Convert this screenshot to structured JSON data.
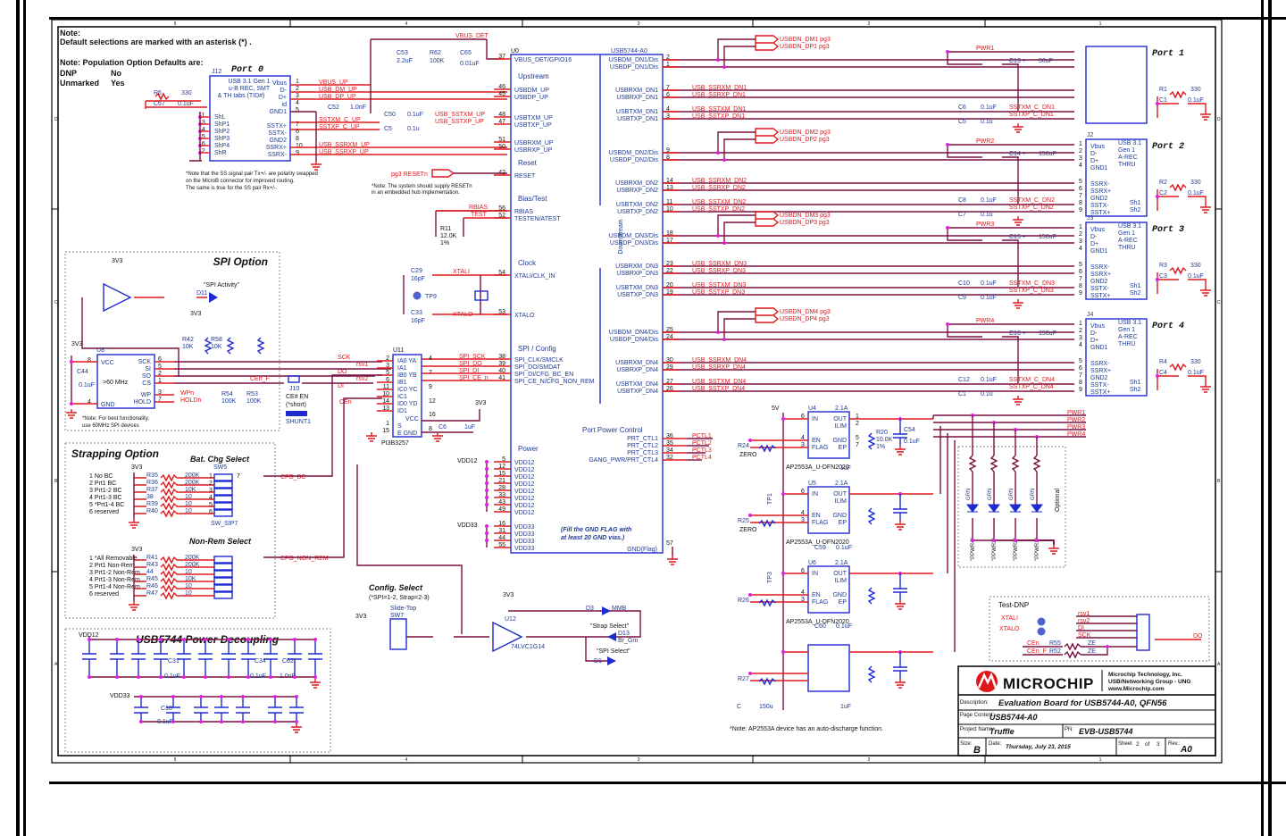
{
  "zones": [
    "5",
    "4",
    "3",
    "2",
    "1"
  ],
  "rows": [
    "D",
    "C",
    "B",
    "A"
  ],
  "notes": {
    "title": "Note:",
    "line1": "Default selections are marked with an asterisk (*) .",
    "pop_title": "Note: Population Option Defaults are:",
    "dnp_label": "DNP",
    "dnp_value": "No",
    "unmarked_label": "Unmarked",
    "unmarked_value": "Yes"
  },
  "port0": {
    "title": "Port 0",
    "ref": "J12",
    "desc": [
      "USB 3.1 Gen 1",
      "u-B REC, SMT",
      "& TH tabs (TID#)"
    ],
    "pins_right": [
      "Vbus",
      "D-",
      "D+",
      "id",
      "GND1",
      "SSTX+",
      "SSTX-",
      "GND2",
      "SSRX+",
      "SSRX-"
    ],
    "pin_nums_right": [
      "1",
      "2",
      "3",
      "4",
      "5",
      "7",
      "6",
      "8",
      "10",
      "9"
    ],
    "pins_left": [
      "ShL",
      "ShP1",
      "ShP2",
      "ShP3",
      "ShP4",
      "ShR"
    ],
    "pin_nums_left": [
      "11",
      "13",
      "14",
      "15",
      "16",
      "12"
    ],
    "nets": [
      "VBUS_UP",
      "USB_DM_UP",
      "USB_DP_UP",
      "SSTXM_C_UP",
      "SSTXP_C_UP",
      "USB_SSRXM_UP",
      "USB_SSRXP_UP"
    ],
    "r6": "R6",
    "r6_val": "330",
    "c67": "C67",
    "c67_val": "0.1uF",
    "c52": "C52",
    "c52_val": "1.0nF",
    "note": [
      "*Note that the SS signal pair Tx+/- are polarity swapped",
      "on the MicroB connector for improved routing.",
      "The same is true for the SS pair Rx+/-."
    ]
  },
  "vbus": {
    "net": "VBUS_DET",
    "c53": "C53",
    "c53_val": "2.2uF",
    "r62": "R62",
    "r62_val": "100K",
    "c65": "C65",
    "c65_val": "0.01uF"
  },
  "hub": {
    "ref": "U0",
    "part": "USB5744-A0",
    "left_sections": [
      {
        "title": "",
        "pins": [
          {
            "num": "37",
            "name": "VBUS_DET/GPIO16"
          }
        ]
      },
      {
        "title": "Upstream",
        "pins": [
          {
            "num": "46",
            "name": "USBDM_UP"
          },
          {
            "num": "45",
            "name": "USBDP_UP"
          },
          {
            "num": "48",
            "name": "USBTXM_UP"
          },
          {
            "num": "47",
            "name": "USBTXP_UP"
          },
          {
            "num": "51",
            "name": "USBRXM_UP"
          },
          {
            "num": "50",
            "name": "USBRXP_UP"
          }
        ]
      },
      {
        "title": "Reset",
        "pins": [
          {
            "num": "42",
            "name": "RESET"
          }
        ]
      },
      {
        "title": "Bias/Test",
        "pins": [
          {
            "num": "56",
            "name": "RBIAS"
          },
          {
            "num": "52",
            "name": "TESTEN/ATEST"
          }
        ]
      },
      {
        "title": "Clock",
        "pins": [
          {
            "num": "54",
            "name": "XTALI/CLK_IN"
          },
          {
            "num": "53",
            "name": "XTALO"
          }
        ]
      },
      {
        "title": "SPI / Config",
        "pins": [
          {
            "num": "38",
            "name": "SPI_CLK/SMCLK"
          },
          {
            "num": "39",
            "name": "SPI_DO/SMDAT"
          },
          {
            "num": "40",
            "name": "SPI_DI/CFG_BC_EN"
          },
          {
            "num": "41",
            "name": "SPI_CE_N/CFG_NON_REM"
          }
        ]
      },
      {
        "title": "Power",
        "pins": [
          {
            "num": "5",
            "name": "VDD12"
          },
          {
            "num": "12",
            "name": "VDD12"
          },
          {
            "num": "15",
            "name": "VDD12"
          },
          {
            "num": "21",
            "name": "VDD12"
          },
          {
            "num": "28",
            "name": "VDD12"
          },
          {
            "num": "33",
            "name": "VDD12"
          },
          {
            "num": "43",
            "name": "VDD12"
          },
          {
            "num": "49",
            "name": "VDD12"
          },
          {
            "num": "16",
            "name": "VDD33"
          },
          {
            "num": "31",
            "name": "VDD33"
          },
          {
            "num": "44",
            "name": "VDD33"
          },
          {
            "num": "55",
            "name": "VDD33"
          }
        ]
      }
    ],
    "downstream_label": "Downstream",
    "port_power_title": "Port Power Control",
    "ppc_pins": [
      {
        "num": "36",
        "name": "PRT_CTL1"
      },
      {
        "num": "35",
        "name": "PRT_CTL2"
      },
      {
        "num": "34",
        "name": "PRT_CTL3"
      },
      {
        "num": "32",
        "name": "GANG_PWR/PRT_CTL4"
      }
    ],
    "gnd_pin": {
      "num": "57",
      "name": "GND(Flag)"
    },
    "gnd_note": [
      "(Fill the GND FLAG with",
      "at least 20 GND vias.)"
    ],
    "upstream_nets": [
      "USB_SSTXM_UP",
      "USB_SSTXP_UP"
    ],
    "c50": "C50",
    "c50_val": "0.1uF",
    "c5": "C5",
    "c5_val": "0.1u",
    "reset_net": "pg3 RESETn",
    "reset_note": [
      "*Note: The system should supply RESETn",
      "in an embedded hub implementation."
    ],
    "rbias_net": "RBIAS",
    "test_net": "TEST",
    "r11": "R11",
    "r11_val": "12.0K",
    "r11_tol": "1%",
    "xtali": "XTALI",
    "xtalo": "XTALO",
    "c29": "C29",
    "c29_val": "16pF",
    "c33": "C33",
    "c33_val": "16pF",
    "tp9": "TP9",
    "spi_nets": [
      "SPI_SCK",
      "SPI_DO",
      "SPI_DI",
      "SPI_CE_n"
    ],
    "vdd12": "VDD12",
    "vdd33": "VDD33"
  },
  "ports": [
    {
      "title": "Port 1",
      "ref": "",
      "dm_pin": "2",
      "dp_pin": "1",
      "dm": "USBDM_DN1/Dis",
      "dp": "USBDP_DN1/Dis",
      "rxm_pin": "7",
      "rxp_pin": "6",
      "rxm": "USBRXM_DN1",
      "rxp": "USBRXP_DN1",
      "txm_pin": "4",
      "txp_pin": "3",
      "txm": "USBTXM_DN1",
      "txp": "USBTXP_DN1",
      "bus_dm": "USBDN_DM1 pg3",
      "bus_dp": "USBDN_DP1 pg3",
      "pwr": "PWR1",
      "cap": "C13",
      "cap_val": "50uF",
      "ssrxm": "USB_SSRXM_DN1",
      "ssrxp": "USB_SSRXP_DN1",
      "sstxm": "USB_SSTXM_DN1",
      "sstxp": "USB_SSTXP_DN1",
      "ca": "C6",
      "ca_val": "0.1uF",
      "cb": "C5",
      "cb_val": "0.1u",
      "ctxm": "SSTXM_C_DN1",
      "ctxp": "SSTXP_C_DN1",
      "r": "R1",
      "r_val": "330",
      "c": "C1",
      "c_val": "0.1uF"
    },
    {
      "title": "Port 2",
      "ref": "J2",
      "dm_pin": "9",
      "dp_pin": "8",
      "dm": "USBDM_DN2/Dis",
      "dp": "USBDP_DN2/Dis",
      "rxm_pin": "14",
      "rxp_pin": "13",
      "rxm": "USBRXM_DN2",
      "rxp": "USBRXP_DN2",
      "txm_pin": "11",
      "txp_pin": "10",
      "txm": "USBTXM_DN2",
      "txp": "USBTXP_DN2",
      "bus_dm": "USBDN_DM2 pg3",
      "bus_dp": "USBDN_DP2 pg3",
      "pwr": "PWR2",
      "cap": "C14",
      "cap_val": "150uF",
      "ssrxm": "USB_SSRXM_DN2",
      "ssrxp": "USB_SSRXP_DN2",
      "sstxm": "USB_SSTXM_DN2",
      "sstxp": "USB_SSTXP_DN2",
      "ca": "C8",
      "ca_val": "0.1uF",
      "cb": "C7",
      "cb_val": "0.1u",
      "ctxm": "SSTXM_C_DN2",
      "ctxp": "SSTXP_C_DN2",
      "r": "R2",
      "r_val": "330",
      "c": "C2",
      "c_val": "0.1uF"
    },
    {
      "title": "Port 3",
      "ref": "J3",
      "dm_pin": "18",
      "dp_pin": "17",
      "dm": "USBDM_DN3/Dis",
      "dp": "USBDP_DN3/Dis",
      "rxm_pin": "23",
      "rxp_pin": "22",
      "rxm": "USBRXM_DN3",
      "rxp": "USBRXP_DN3",
      "txm_pin": "20",
      "txp_pin": "19",
      "txm": "USBTXM_DN3",
      "txp": "USBTXP_DN3",
      "bus_dm": "USBDN_DM3 pg3",
      "bus_dp": "USBDN_DP3 pg3",
      "pwr": "PWR3",
      "cap": "C15",
      "cap_val": "150uF",
      "ssrxm": "USB_SSRXM_DN3",
      "ssrxp": "USB_SSRXP_DN3",
      "sstxm": "USB_SSTXM_DN3",
      "sstxp": "USB_SSTXP_DN3",
      "ca": "C10",
      "ca_val": "0.1uF",
      "cb": "C9",
      "cb_val": "0.1uF",
      "ctxm": "SSTXM_C_DN3",
      "ctxp": "SSTXP_C_DN3",
      "r": "R3",
      "r_val": "330",
      "c": "C3",
      "c_val": "0.1uF"
    },
    {
      "title": "Port 4",
      "ref": "J4",
      "dm_pin": "25",
      "dp_pin": "24",
      "dm": "USBDM_DN4/Dis",
      "dp": "USBDP_DN4/Dis",
      "rxm_pin": "30",
      "rxp_pin": "29",
      "rxm": "USBRXM_DN4",
      "rxp": "USBRXP_DN4",
      "txm_pin": "27",
      "txp_pin": "26",
      "txm": "USBTXM_DN4",
      "txp": "USBTXP_DN4",
      "bus_dm": "USBDN_DM4 pg3",
      "bus_dp": "USBDN_DP4 pg3",
      "pwr": "PWR4",
      "cap": "C16",
      "cap_val": "150uF",
      "ssrxm": "USB_SSRXM_DN4",
      "ssrxp": "USB_SSRXP_DN4",
      "sstxm": "USB_SSTXM_DN4",
      "sstxp": "USB_SSTXP_DN4",
      "ca": "C12",
      "ca_val": "0.1uF",
      "cb": "C1",
      "cb_val": "0.1u",
      "ctxm": "SSTXM_C_DN4",
      "ctxp": "SSTXP_C_DN4",
      "r": "R4",
      "r_val": "330",
      "c": "C4",
      "c_val": "0.1uF"
    }
  ],
  "conn_desc": [
    "USB 3.1",
    "Gen 1",
    "A-REC",
    "THRU"
  ],
  "conn_pins": [
    "Vbus",
    "D-",
    "D+",
    "GND1",
    "SSRX-",
    "SSRX+",
    "GND2",
    "SSTX-",
    "SSTX+"
  ],
  "conn_pin_nums": [
    "1",
    "2",
    "3",
    "4",
    "5",
    "6",
    "7",
    "8",
    "9"
  ],
  "conn_shield": [
    "Sh1",
    "Sh2"
  ],
  "spi": {
    "title": "SPI Option",
    "v3": "3V3",
    "d11": "D11",
    "d11_label": "\"SPI Activity\"",
    "u8": "U8",
    "u8_center": ">60 MHz",
    "u8_left": [
      {
        "num": "8",
        "name": "VCC"
      },
      {
        "num": "4",
        "name": "GND"
      }
    ],
    "u8_right": [
      {
        "num": "6",
        "name": "SCK"
      },
      {
        "num": "5",
        "name": "SI"
      },
      {
        "num": "2",
        "name": "SO"
      },
      {
        "num": "1",
        "name": "CS"
      },
      {
        "num": "3",
        "name": "WP"
      },
      {
        "num": "7",
        "name": "HOLD"
      }
    ],
    "c44": "C44",
    "c44_val": "0.1uF",
    "r42": "R42",
    "r42_val": "10K",
    "r58": "R58",
    "r58_val": "10K",
    "r54": "R54",
    "r54_val": "100K",
    "r53": "R53",
    "r53_val": "100K",
    "wpn": "WPn",
    "holdn": "HOLDn",
    "cen_f": "CEn_F",
    "j10": "J10",
    "j10_label": "CE# EN",
    "j10_default": "(*short)",
    "shunt": "SHUNT1",
    "note": [
      "*Note: For best functionality,",
      "use 60MHz SPI devices"
    ],
    "nets": [
      "SCK",
      "rsv1",
      "DO",
      "rsv2",
      "DI",
      "CEn"
    ]
  },
  "mux": {
    "ref": "U11",
    "part": "PI3B3257",
    "pins": [
      {
        "l": "2",
        "name": "IA0",
        "out": "YA",
        "r": "4"
      },
      {
        "l": "3",
        "name": "IA1"
      },
      {
        "l": "5",
        "name": "IB0",
        "out": "YB",
        "r": "7"
      },
      {
        "l": "6",
        "name": "IB1"
      },
      {
        "l": "11",
        "name": "IC0",
        "out": "YC",
        "r": "9"
      },
      {
        "l": "10",
        "name": "IC1"
      },
      {
        "l": "14",
        "name": "ID0",
        "out": "YD",
        "r": "12"
      },
      {
        "l": "13",
        "name": "ID1"
      }
    ],
    "vcc_pin": "16",
    "vcc": "VCC",
    "s_pin": "1",
    "s": "S",
    "e_pin": "15",
    "e": "E",
    "gnd": "GND",
    "gnd_pin": "8",
    "v3": "3V3",
    "c6": "C6",
    "c6_val": "1uF"
  },
  "strap": {
    "title": "Strapping Option",
    "bc_title": "Bat. Chg Select",
    "bc_options": [
      "1  No BC",
      "2  Prt1 BC",
      "3  Prt1-2 BC",
      "4  Prt1-3 BC",
      "5  *Prt1-4 BC",
      "6  reserved"
    ],
    "bc_res": [
      {
        "ref": "R35",
        "val": "200K"
      },
      {
        "ref": "R36",
        "val": "200K"
      },
      {
        "ref": "R37",
        "val": "10K"
      },
      {
        "ref": "38",
        "val": "10"
      },
      {
        "ref": "R39",
        "val": "10"
      },
      {
        "ref": "R40",
        "val": "10"
      }
    ],
    "sw5": "SW5",
    "sw5_part": "SW_SIP7",
    "sw5_pins": [
      "1",
      "2",
      "3",
      "4",
      "5",
      "6"
    ],
    "sw5_out": "7",
    "cfg_bc": "CFG_BC",
    "nr_title": "Non-Rem Select",
    "nr_options": [
      "1  *All Removable",
      "2  Prt1 Non-Rem",
      "3  Prt1-2 Non-Rem",
      "4  Prt1-3 Non-Rem",
      "5  Prt1-4 Non-Rem",
      "6  reserved"
    ],
    "nr_res": [
      {
        "ref": "R41",
        "val": "200K"
      },
      {
        "ref": "R43",
        "val": "200K"
      },
      {
        "ref": "44",
        "val": "10"
      },
      {
        "ref": "R45",
        "val": "10K"
      },
      {
        "ref": "R46",
        "val": "10"
      },
      {
        "ref": "R47",
        "val": "10"
      }
    ],
    "cfg_nr": "CFG_NON_REM",
    "v3": "3V3"
  },
  "decoupling": {
    "title": "USB5744 Power Decoupling",
    "vdd12": "VDD12",
    "vdd33": "VDD33",
    "c31": "C31",
    "c31_val": "0.1uF",
    "c34": "C34",
    "c34_val": "0.1uF",
    "c62": "C62",
    "c62_val": "1.0nF",
    "c18": "C18",
    "c18_val": "0.1uF"
  },
  "config": {
    "title": "Config. Select",
    "subtitle": "(*SPI=1-2, Strap=2-3)",
    "sw7_part": "Slide-Top",
    "sw7": "SW7",
    "v3": "3V3",
    "u12": "U12",
    "u12_part": "74LVC1G14",
    "d3": "D3",
    "d3_part": "MMB",
    "d13": "D13",
    "d13_part": "Br_Gm",
    "d13_label": "\"Strap Select\"",
    "d1": "D1",
    "d1_label": "\"SPI Select\""
  },
  "power_switches": {
    "v5": "5V",
    "units": [
      {
        "ref": "U4",
        "rating": "2.1A",
        "part": "AP2553A_U-DFN2020",
        "r": "R24",
        "r_val": "ZERO",
        "net": "PCTL1"
      },
      {
        "ref": "U5",
        "rating": "2.1A",
        "part": "AP2553A_U-DFN2020",
        "r": "R25",
        "r_val": "ZERO",
        "net": "PCTL2"
      },
      {
        "ref": "U6",
        "rating": "2.1A",
        "part": "AP2553A_U-DFN2020",
        "r": "R26",
        "r_val": "",
        "net": "PCTL3"
      },
      {
        "ref": "",
        "rating": "",
        "part": "",
        "r": "R27",
        "r_val": "",
        "net": "PCTL4"
      }
    ],
    "pins_left": [
      {
        "num": "6",
        "name": "IN"
      },
      {
        "num": "4",
        "name": "EN"
      },
      {
        "num": "3",
        "name": "FLAG"
      }
    ],
    "pins_right": [
      {
        "num": "1",
        "name": "OUT"
      },
      {
        "num": "2",
        "name": "ILIM"
      },
      {
        "num": "5",
        "name": "GND"
      },
      {
        "num": "7",
        "name": "EP"
      }
    ],
    "r20": "R20",
    "r20_val": "10.0K",
    "r20_tol": "1%",
    "c54": "C54",
    "c54_val": "0.1uF",
    "c_1uf": "1uF",
    "c59": "C59",
    "c59_val": "0.1uF",
    "c60": "C60",
    "c60_val": "0.1uF",
    "c_bulk": "C",
    "c_bulk_val": "150u",
    "c_last": "1uF",
    "tp1": "TP1",
    "tp3": "TP3",
    "note": "*Note: AP2553A device has an auto-discharge function.",
    "pwr_nets": [
      "PWR1",
      "PWR2",
      "PWR3",
      "PWR4"
    ]
  },
  "leds": {
    "color": "GRN",
    "label": "Optional",
    "names": [
      "\"PPWR4\"",
      "\"PPWR3\"",
      "\"PPWR2\"",
      "\"PPWR1\""
    ]
  },
  "test_dnp": {
    "title": "Test-DNP",
    "xtali": "XTALI",
    "xtalo": "XTALO",
    "nets": [
      "rsv1",
      "rsv2",
      "DI",
      "SCK"
    ],
    "do": "DO",
    "r55": "R55",
    "r55_net": "CEn",
    "r55_val": "ZE",
    "r52": "R52",
    "r52_net": "CEn_F",
    "r52_val": "ZE"
  },
  "title_block": {
    "logo": "MICROCHIP",
    "company": "Microchip Technology, Inc.",
    "group": "USB/Networking Group - UNG",
    "web": "www.Microchip.com",
    "desc_label": "Description:",
    "desc": "Evaluation Board for USB5744-A0, QFN56",
    "page_label": "Page Content:",
    "page": "USB5744-A0",
    "project_label": "Project Name:",
    "project": "Truffle",
    "pn_label": "PN:",
    "pn": "EVB-USB5744",
    "size_label": "Size:",
    "size": "B",
    "date_label": "Date:",
    "date": "Thursday, July 23, 2015",
    "sheet_label": "Sheet",
    "sheet": "2",
    "of_label": "of",
    "of": "3",
    "rev_label": "Rev.:",
    "rev": "A0"
  },
  "colors": {
    "net": "#e0181b",
    "component": "#1f2ad0",
    "wire": "#7a1040",
    "junction": "#e020e0"
  }
}
